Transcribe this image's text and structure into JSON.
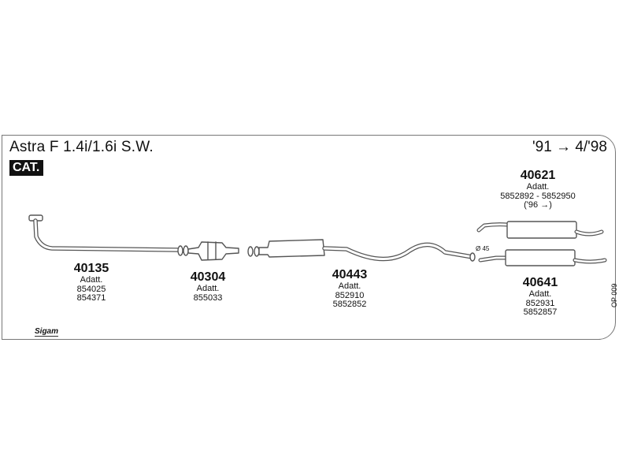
{
  "header": {
    "title": "Astra F 1.4i/1.6i S.W.",
    "years": "'91 → 4/'98",
    "badge": "CAT."
  },
  "parts": [
    {
      "number": "40135",
      "label": "Adatt.",
      "codes": [
        "854025",
        "854371"
      ]
    },
    {
      "number": "40304",
      "label": "Adatt.",
      "codes": [
        "855033"
      ]
    },
    {
      "number": "40443",
      "label": "Adatt.",
      "codes": [
        "852910",
        "5852852"
      ]
    },
    {
      "number": "40621",
      "label": "Adatt.",
      "codes": [
        "5852892 - 5852950",
        "('96 →)"
      ]
    },
    {
      "number": "40641",
      "label": "Adatt.",
      "codes": [
        "852931",
        "5852857"
      ]
    }
  ],
  "diameter_label": "Ø 45",
  "catalog_code": "OP 009",
  "logo_text": "Sigam",
  "colors": {
    "line": "#555555",
    "frame": "#777777",
    "badge_bg": "#111111"
  }
}
